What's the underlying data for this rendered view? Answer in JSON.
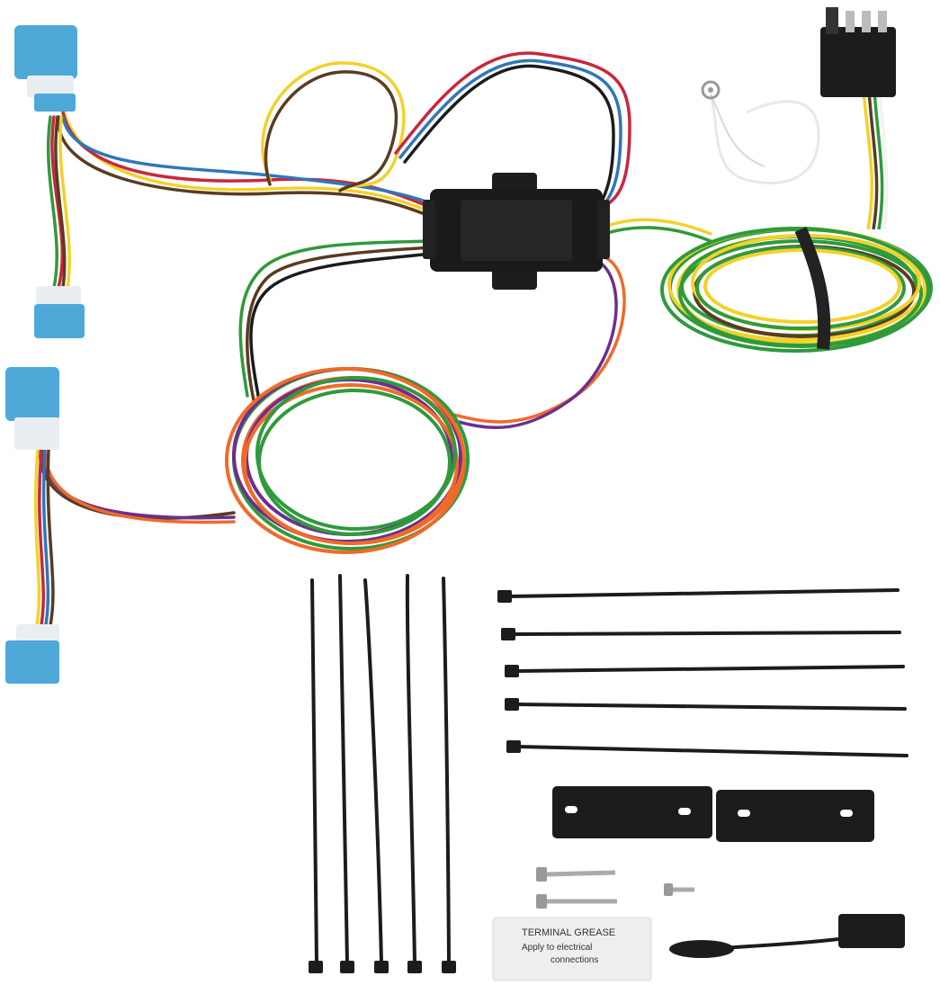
{
  "scene": {
    "background": "#ffffff",
    "wire_colors": {
      "yellow": "#f2d22a",
      "brown": "#5a3b22",
      "red": "#c8283c",
      "blue": "#2f77b8",
      "green": "#2f9a3c",
      "orange": "#f06a2a",
      "purple": "#6b2f8f",
      "white": "#f2f2f2",
      "black": "#1c1c1c"
    },
    "connector_color": "#4ea9d9"
  },
  "components": {
    "vehicle_connectors": 4,
    "trailer_plug": "4-way flat",
    "converter_box": 1,
    "ground_wire": 1,
    "cable_ties": 10,
    "mounting_brackets": 2,
    "screws": 3,
    "dust_cap": 1
  },
  "grease_packet": {
    "title": "TERMINAL GREASE",
    "line1": "Apply to electrical",
    "line2": "connections"
  }
}
